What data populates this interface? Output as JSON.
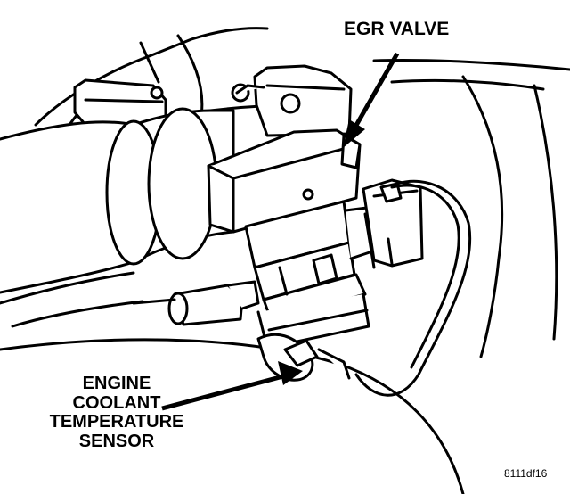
{
  "labels": {
    "egr_valve": "EGR VALVE",
    "coolant_sensor": [
      "ENGINE",
      "COOLANT",
      "TEMPERATURE",
      "SENSOR"
    ]
  },
  "figure_id": "8111df16",
  "colors": {
    "line": "#000000",
    "background": "#ffffff"
  }
}
